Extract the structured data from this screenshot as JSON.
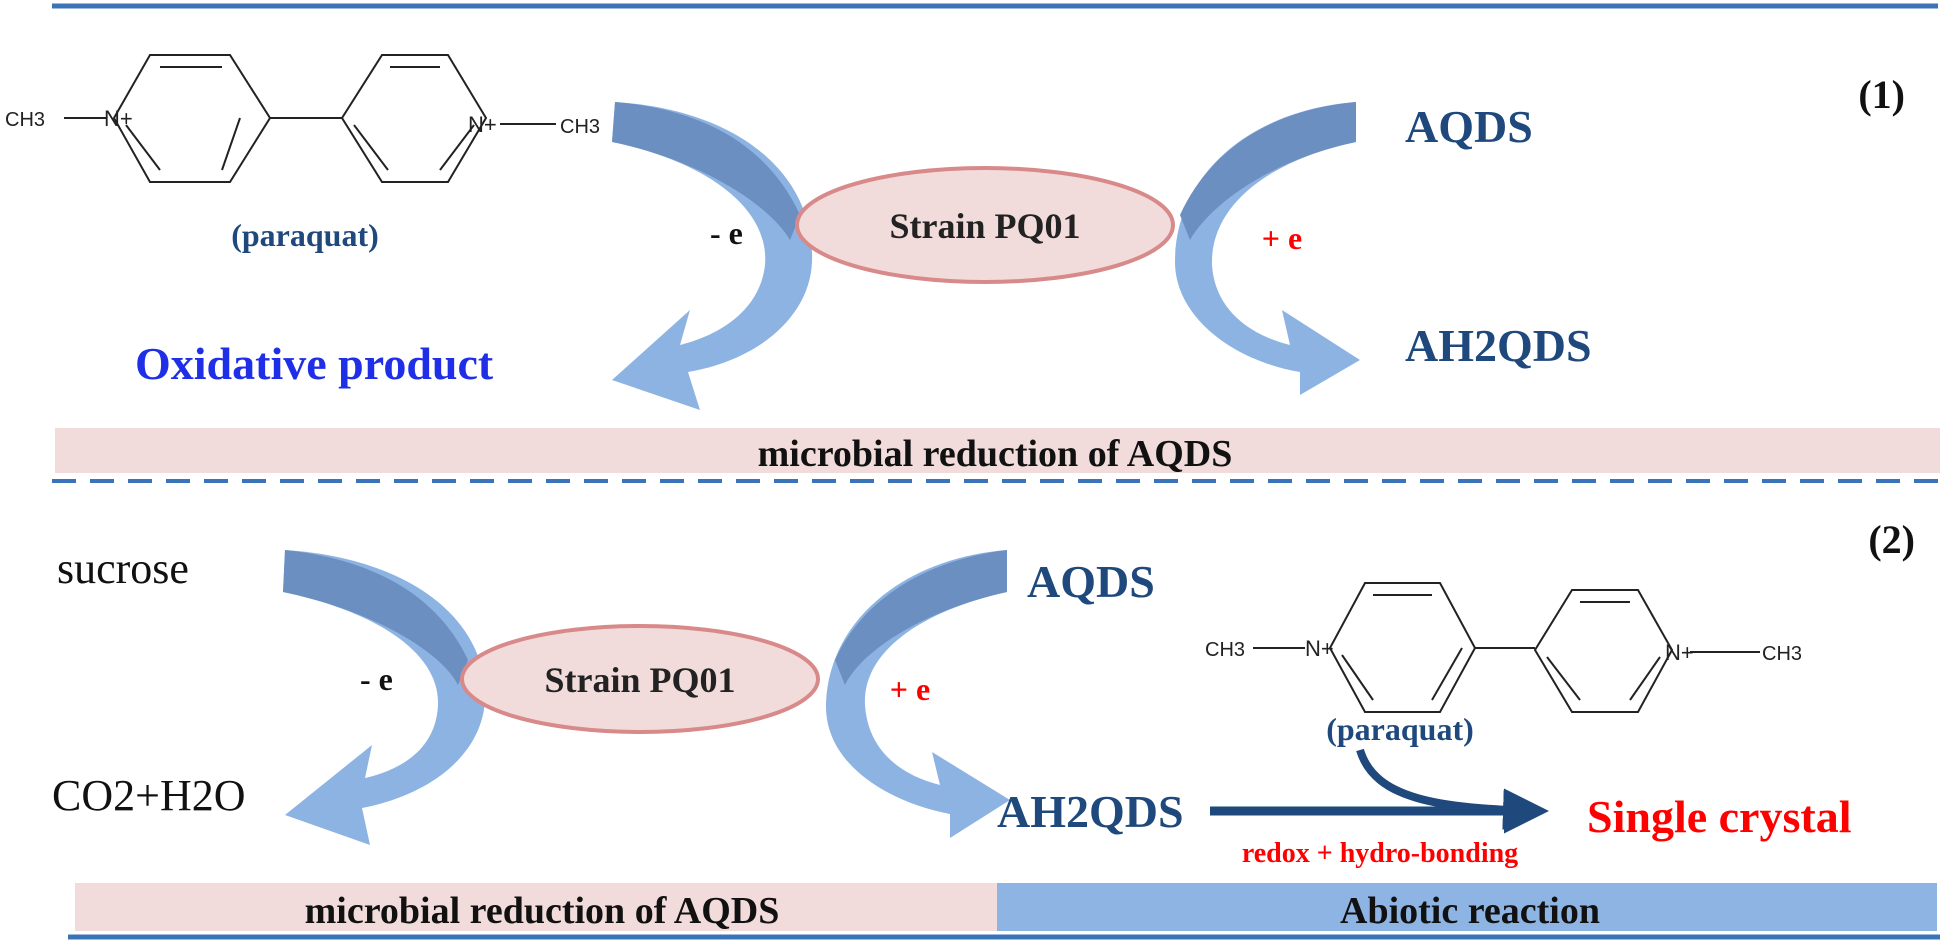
{
  "panel1": {
    "label": "(1)",
    "paraquat": {
      "left_methyl": "CH3",
      "right_methyl": "CH3",
      "left_nitrogen": "N+",
      "right_nitrogen": "N+",
      "name": "(paraquat)"
    },
    "electron_out": "- e",
    "electron_in": "+ e",
    "strain": "Strain PQ01",
    "left_product": "Oxidative product",
    "right_reactant": "AQDS",
    "right_product": "AH2QDS",
    "band_label": "microbial reduction of AQDS"
  },
  "panel2": {
    "label": "(2)",
    "left_reactant": "sucrose",
    "left_product": "CO2+H2O",
    "electron_out": "- e",
    "electron_in": "+ e",
    "strain": "Strain PQ01",
    "right_reactant": "AQDS",
    "right_product": "AH2QDS",
    "paraquat": {
      "left_methyl": "CH3",
      "right_methyl": "CH3",
      "left_nitrogen": "N+",
      "right_nitrogen": "N+",
      "name": "(paraquat)"
    },
    "arrow_label": "redox + hydro-bonding",
    "final_product": "Single crystal",
    "band_left": "microbial reduction of AQDS",
    "band_right": "Abiotic reaction"
  },
  "colors": {
    "line_blue": "#3b73b9",
    "arrow_light": "#8db3e2",
    "arrow_dark": "#6b8fc0",
    "navy_text": "#1f497d",
    "bright_blue": "#1f2fe8",
    "red": "#ff0000",
    "band_pink": "#f2dcdb",
    "band_blue": "#8eb4e3",
    "ellipse_fill": "#f2dcdb",
    "ellipse_stroke": "#d88a8a",
    "dark_arrow": "#1f497d"
  }
}
